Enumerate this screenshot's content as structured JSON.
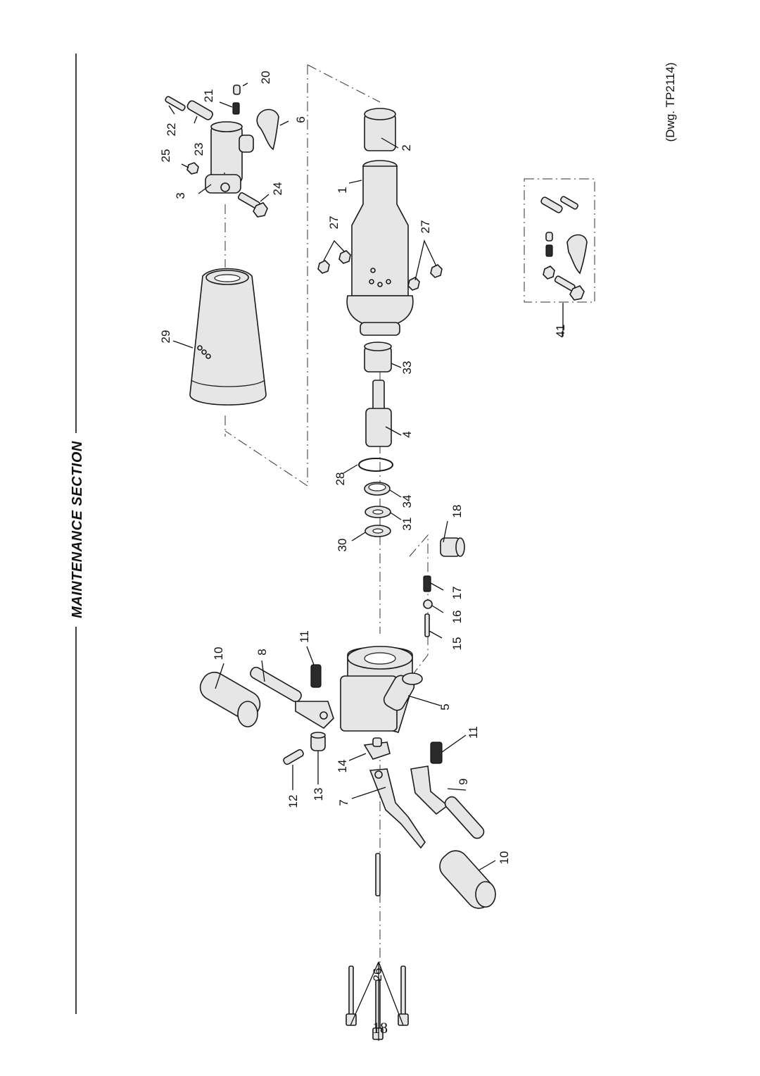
{
  "page": {
    "section_title": "MAINTENANCE SECTION",
    "page_number": "18",
    "drawing_ref": "(Dwg. TP2114)"
  },
  "callouts": [
    {
      "id": "c1",
      "label": "1"
    },
    {
      "id": "c2",
      "label": "2"
    },
    {
      "id": "c3",
      "label": "3"
    },
    {
      "id": "c4",
      "label": "4"
    },
    {
      "id": "c5",
      "label": "5"
    },
    {
      "id": "c6",
      "label": "6"
    },
    {
      "id": "c7",
      "label": "7"
    },
    {
      "id": "c8",
      "label": "8"
    },
    {
      "id": "c9",
      "label": "9"
    },
    {
      "id": "c10a",
      "label": "10"
    },
    {
      "id": "c10b",
      "label": "10"
    },
    {
      "id": "c11a",
      "label": "11"
    },
    {
      "id": "c11b",
      "label": "11"
    },
    {
      "id": "c12",
      "label": "12"
    },
    {
      "id": "c13",
      "label": "13"
    },
    {
      "id": "c14",
      "label": "14"
    },
    {
      "id": "c15",
      "label": "15"
    },
    {
      "id": "c16",
      "label": "16"
    },
    {
      "id": "c17",
      "label": "17"
    },
    {
      "id": "c18",
      "label": "18"
    },
    {
      "id": "c20",
      "label": "20"
    },
    {
      "id": "c21",
      "label": "21"
    },
    {
      "id": "c22",
      "label": "22"
    },
    {
      "id": "c23",
      "label": "23"
    },
    {
      "id": "c24",
      "label": "24"
    },
    {
      "id": "c25",
      "label": "25"
    },
    {
      "id": "c26",
      "label": "26"
    },
    {
      "id": "c27a",
      "label": "27"
    },
    {
      "id": "c27b",
      "label": "27"
    },
    {
      "id": "c28",
      "label": "28"
    },
    {
      "id": "c29",
      "label": "29"
    },
    {
      "id": "c30",
      "label": "30"
    },
    {
      "id": "c31",
      "label": "31"
    },
    {
      "id": "c33",
      "label": "33"
    },
    {
      "id": "c34",
      "label": "34"
    },
    {
      "id": "c41",
      "label": "41"
    }
  ]
}
